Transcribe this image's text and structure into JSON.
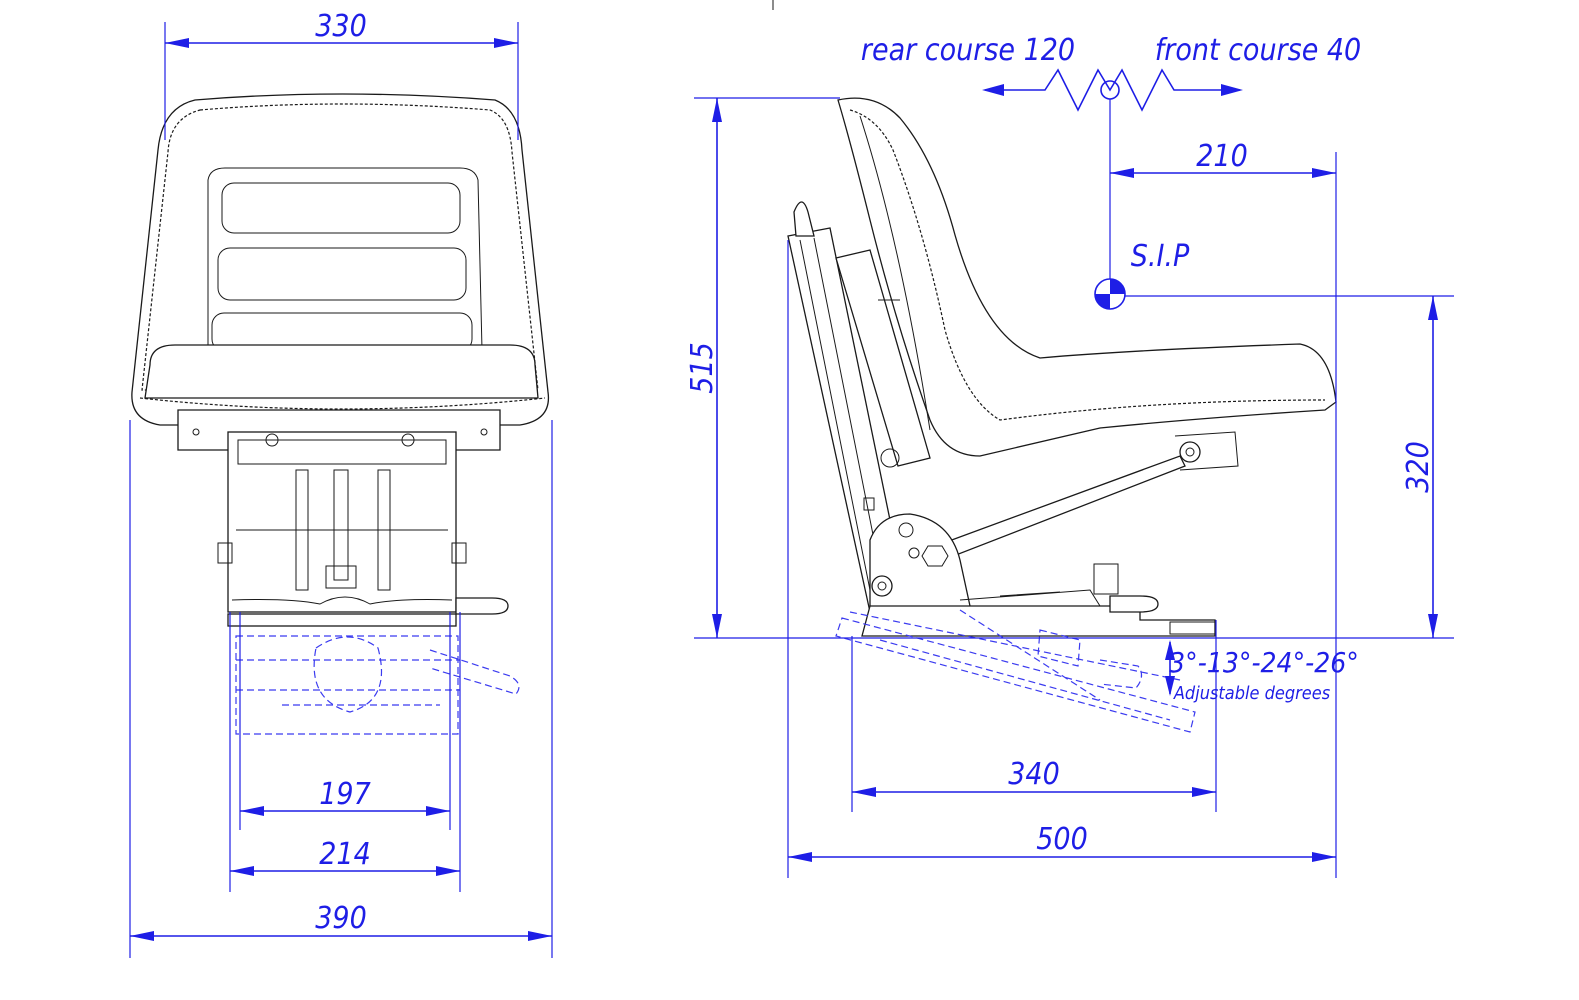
{
  "front_view": {
    "dims": {
      "top_width": "330",
      "rail_inner": "197",
      "rail_outer": "214",
      "overall_width": "390"
    }
  },
  "side_view": {
    "dims": {
      "rear_course": "rear course 120",
      "front_course": "front course  40",
      "sip_offset": "210",
      "sip_label": "S.I.P",
      "height": "515",
      "sip_height": "320",
      "rail_length": "340",
      "depth": "500",
      "tilt_degrees": "3°-13°-24°-26°",
      "tilt_caption": "Adjustable degrees"
    }
  },
  "colors": {
    "dimension": "#1e1ee6",
    "outline": "#1a1a1a"
  }
}
